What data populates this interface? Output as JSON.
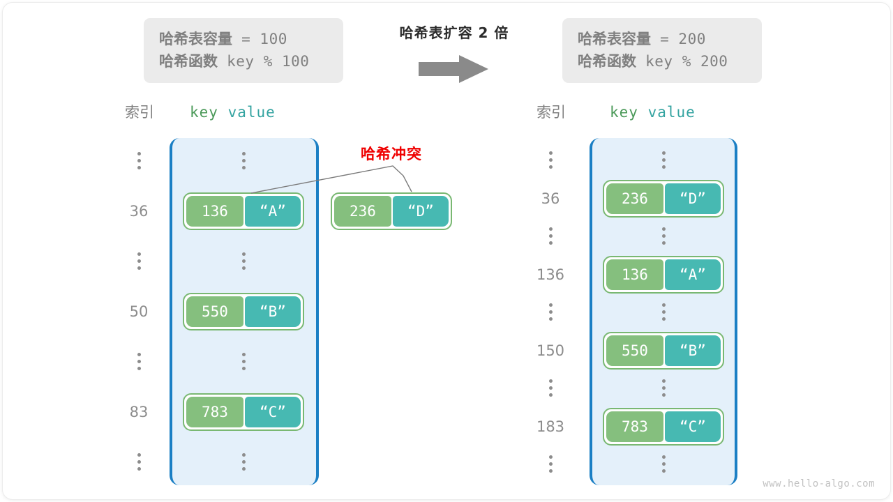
{
  "header": {
    "left_box": {
      "capacity_label": "哈希表容量",
      "capacity_expr": " = 100",
      "hashfn_label": "哈希函数",
      "hashfn_expr": " key % 100"
    },
    "right_box": {
      "capacity_label": "哈希表容量",
      "capacity_expr": " = 200",
      "hashfn_label": "哈希函数",
      "hashfn_expr": " key % 200"
    },
    "expand_caption": "哈希表扩容 2 倍",
    "arrow_icon": "right-arrow-icon"
  },
  "columns": {
    "index_header": "索引",
    "key_header": "key",
    "value_header": "value"
  },
  "annotation": {
    "collision_label": "哈希冲突",
    "collision_color": "#ef0000"
  },
  "left_table": {
    "rows": [
      {
        "type": "ellipsis",
        "index": "⋮"
      },
      {
        "type": "entry",
        "index": "36",
        "key": "136",
        "value": "“A”"
      },
      {
        "type": "ellipsis",
        "index": "⋮"
      },
      {
        "type": "entry",
        "index": "50",
        "key": "550",
        "value": "“B”"
      },
      {
        "type": "ellipsis",
        "index": "⋮"
      },
      {
        "type": "entry",
        "index": "83",
        "key": "783",
        "value": "“C”"
      },
      {
        "type": "ellipsis",
        "index": "⋮"
      }
    ]
  },
  "colliding_entry": {
    "key": "236",
    "value": "“D”"
  },
  "right_table": {
    "rows": [
      {
        "type": "ellipsis",
        "index": "⋮"
      },
      {
        "type": "entry",
        "index": "36",
        "key": "236",
        "value": "“D”"
      },
      {
        "type": "ellipsis",
        "index": "⋮"
      },
      {
        "type": "entry",
        "index": "136",
        "key": "136",
        "value": "“A”"
      },
      {
        "type": "ellipsis",
        "index": "⋮"
      },
      {
        "type": "entry",
        "index": "150",
        "key": "550",
        "value": "“B”"
      },
      {
        "type": "ellipsis",
        "index": "⋮"
      },
      {
        "type": "entry",
        "index": "183",
        "key": "783",
        "value": "“C”"
      },
      {
        "type": "ellipsis",
        "index": "⋮"
      }
    ]
  },
  "watermark": "www.hello-algo.com",
  "colors": {
    "key_cell": "#85bf7e",
    "value_cell": "#47b9b2",
    "entry_border": "#79b872",
    "bucket_fill": "#e4f0fa",
    "bucket_border": "#1b7fc4",
    "info_box": "#ebebeb",
    "muted_text": "#8c8c8c"
  }
}
